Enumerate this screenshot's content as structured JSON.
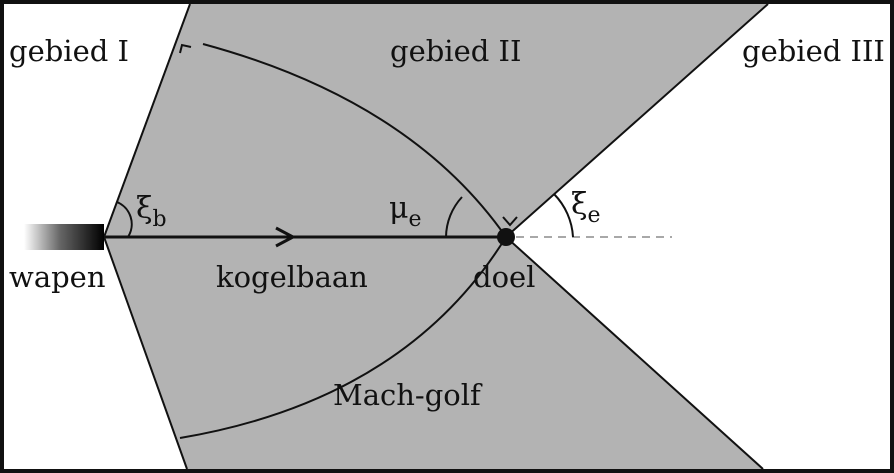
{
  "labels": {
    "region_1": "gebied I",
    "region_2": "gebied II",
    "region_3": "gebied III",
    "weapon": "wapen",
    "trajectory": "kogelbaan",
    "target": "doel",
    "mach_wave": "Mach-golf"
  },
  "angles": {
    "xi_b": {
      "symbol": "ξ",
      "subscript": "b"
    },
    "mu_e": {
      "symbol": "μ",
      "subscript": "e"
    },
    "xi_e": {
      "symbol": "ξ",
      "subscript": "e"
    }
  },
  "colors": {
    "shaded_region": "#b3b3b3",
    "lines": "#111111",
    "border": "#111111",
    "dashed_extension": "#a8a8a8"
  }
}
